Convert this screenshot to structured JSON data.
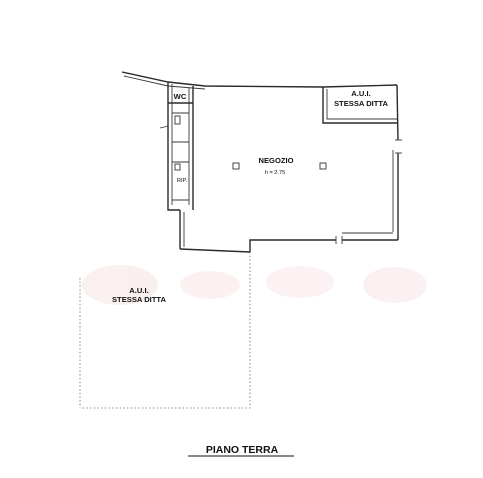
{
  "rooms": {
    "negozio": {
      "name": "NEGOZIO",
      "height": "h = 2.75"
    },
    "wc": {
      "name": "WC"
    },
    "rip": {
      "name": "RIP."
    },
    "aui_top": {
      "line1": "A.U.I.",
      "line2": "STESSA DITTA"
    },
    "aui_left": {
      "line1": "A.U.I.",
      "line2": "STESSA DITTA"
    }
  },
  "footer": {
    "title": "PIANO TERRA"
  }
}
